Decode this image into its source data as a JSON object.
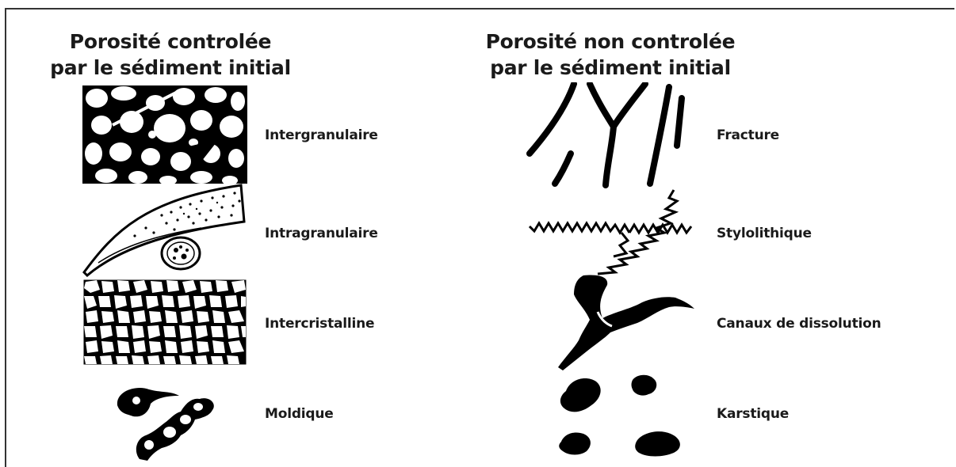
{
  "left_column": {
    "heading_line1": "Porosité controlée",
    "heading_line2": "par le sédiment initial",
    "items": [
      {
        "label": "Intergranulaire",
        "icon": "intergranular-icon"
      },
      {
        "label": "Intragranulaire",
        "icon": "intragranular-icon"
      },
      {
        "label": "Intercristalline",
        "icon": "intercrystalline-icon"
      },
      {
        "label": "Moldique",
        "icon": "moldic-icon"
      }
    ]
  },
  "right_column": {
    "heading_line1": "Porosité non controlée",
    "heading_line2": "par le sédiment initial",
    "items": [
      {
        "label": "Fracture",
        "icon": "fracture-icon"
      },
      {
        "label": "Stylolithique",
        "icon": "stylolite-icon"
      },
      {
        "label": "Canaux de dissolution",
        "icon": "dissolution-channel-icon"
      },
      {
        "label": "Karstique",
        "icon": "karst-icon"
      }
    ]
  },
  "colors": {
    "ink": "#000000",
    "paper": "#ffffff"
  }
}
